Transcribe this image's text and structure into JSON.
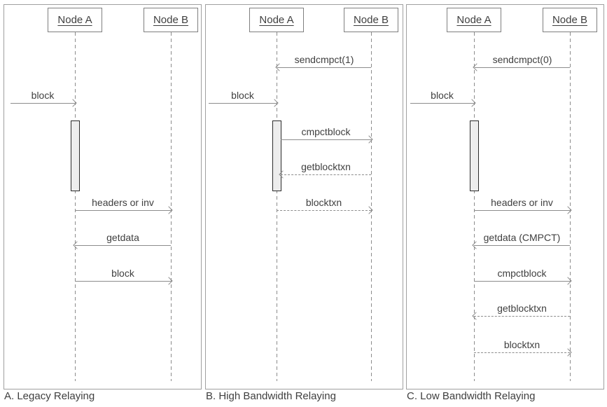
{
  "colors": {
    "text": "#3f3f3f",
    "line": "#8c8c8c",
    "panel_border": "#a0a0a0",
    "node_border": "#7f7f7f",
    "activation_fill": "#ededed",
    "activation_border": "#2b2b2b"
  },
  "diagram": {
    "panels": [
      {
        "caption": "A. Legacy Relaying",
        "actors": [
          {
            "name": "Node A"
          },
          {
            "name": "Node B"
          }
        ],
        "messages": [
          {
            "label": "block",
            "from": "external",
            "to": "Node A",
            "line": "solid",
            "direction": "right"
          },
          {
            "label": "headers or inv",
            "from": "Node A",
            "to": "Node B",
            "line": "solid",
            "direction": "right"
          },
          {
            "label": "getdata",
            "from": "Node B",
            "to": "Node A",
            "line": "solid",
            "direction": "left"
          },
          {
            "label": "block",
            "from": "Node A",
            "to": "Node B",
            "line": "solid",
            "direction": "right"
          }
        ]
      },
      {
        "caption": "B. High Bandwidth Relaying",
        "actors": [
          {
            "name": "Node A"
          },
          {
            "name": "Node B"
          }
        ],
        "messages": [
          {
            "label": "sendcmpct(1)",
            "from": "Node B",
            "to": "Node A",
            "line": "solid",
            "direction": "left"
          },
          {
            "label": "block",
            "from": "external",
            "to": "Node A",
            "line": "solid",
            "direction": "right"
          },
          {
            "label": "cmpctblock",
            "from": "Node A",
            "to": "Node B",
            "line": "solid",
            "direction": "right"
          },
          {
            "label": "getblocktxn",
            "from": "Node B",
            "to": "Node A",
            "line": "dashed",
            "direction": "left"
          },
          {
            "label": "blocktxn",
            "from": "Node A",
            "to": "Node B",
            "line": "dashed",
            "direction": "right"
          }
        ]
      },
      {
        "caption": "C. Low Bandwidth Relaying",
        "actors": [
          {
            "name": "Node A"
          },
          {
            "name": "Node B"
          }
        ],
        "messages": [
          {
            "label": "sendcmpct(0)",
            "from": "Node B",
            "to": "Node A",
            "line": "solid",
            "direction": "left"
          },
          {
            "label": "block",
            "from": "external",
            "to": "Node A",
            "line": "solid",
            "direction": "right"
          },
          {
            "label": "headers or inv",
            "from": "Node A",
            "to": "Node B",
            "line": "solid",
            "direction": "right"
          },
          {
            "label": "getdata (CMPCT)",
            "from": "Node B",
            "to": "Node A",
            "line": "solid",
            "direction": "left"
          },
          {
            "label": "cmpctblock",
            "from": "Node A",
            "to": "Node B",
            "line": "solid",
            "direction": "right"
          },
          {
            "label": "getblocktxn",
            "from": "Node B",
            "to": "Node A",
            "line": "dashed",
            "direction": "left"
          },
          {
            "label": "blocktxn",
            "from": "Node A",
            "to": "Node B",
            "line": "dashed",
            "direction": "right"
          }
        ]
      }
    ]
  }
}
